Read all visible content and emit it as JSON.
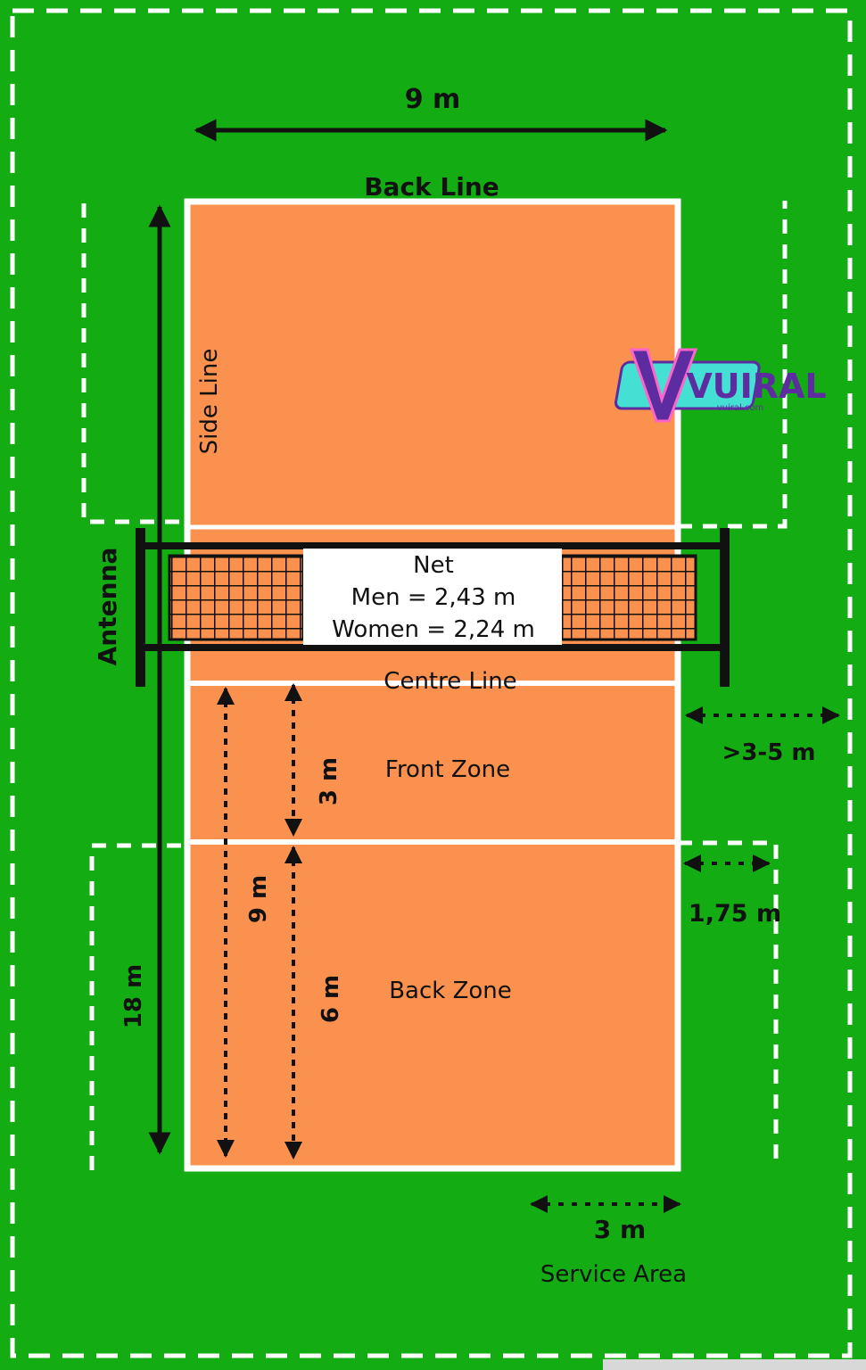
{
  "colors": {
    "field": "#13ad13",
    "court": "#fa914e",
    "line": "#ffffff",
    "ink": "#111111",
    "watermark_text": "#5c2ca0",
    "watermark_accent": "#45e0d4"
  },
  "labels": {
    "width_top": "9 m",
    "back_line": "Back Line",
    "side_line": "Side Line",
    "antenna": "Antenna",
    "net_title": "Net",
    "net_men": "Men = 2,43 m",
    "net_women": "Women = 2,24 m",
    "centre_line": "Centre Line",
    "free_zone_side": ">3-5 m",
    "front_zone": "Front Zone",
    "front_zone_depth": "3 m",
    "back_zone": "Back Zone",
    "back_zone_depth": "6 m",
    "half_length": "9 m",
    "full_length": "18 m",
    "side_margin": "1,75 m",
    "service_width": "3 m",
    "service_area": "Service Area"
  },
  "watermark": {
    "brand": "VUIRAL",
    "site": "vuiral.com"
  }
}
